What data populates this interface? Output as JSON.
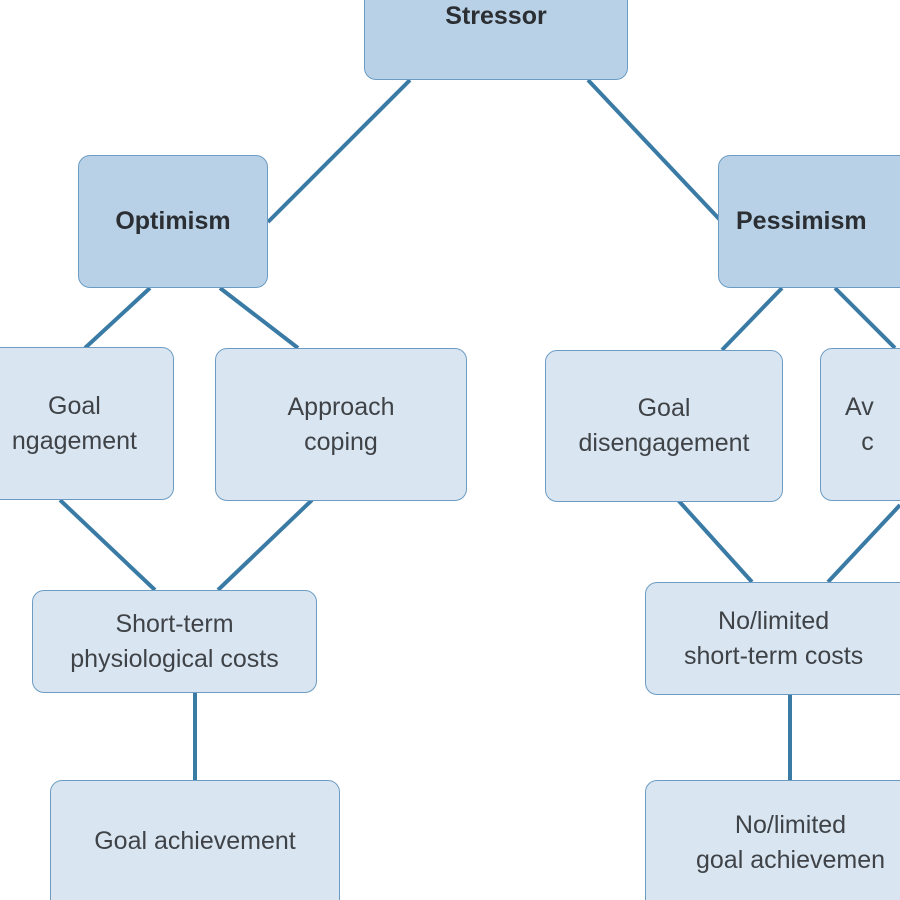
{
  "nodes": {
    "stressor": "Stressor",
    "optimism": "Optimism",
    "pessimism": "Pessimism",
    "goal_engagement": "Goal\nngagement",
    "approach_coping": "Approach\ncoping",
    "goal_disengagement": "Goal\ndisengagement",
    "avoidance_coping": "Av\nc",
    "short_term_costs": "Short-term\nphysiological costs",
    "limited_short_term_costs": "No/limited\nshort-term costs",
    "goal_achievement": "Goal achievement",
    "limited_goal_achievement": "No/limited\ngoal achievemen"
  },
  "colors": {
    "connector": "#3a7ba6",
    "primary_fill": "#b8d1e6",
    "secondary_fill": "#d9e6f2",
    "border": "#6c9cc3"
  }
}
